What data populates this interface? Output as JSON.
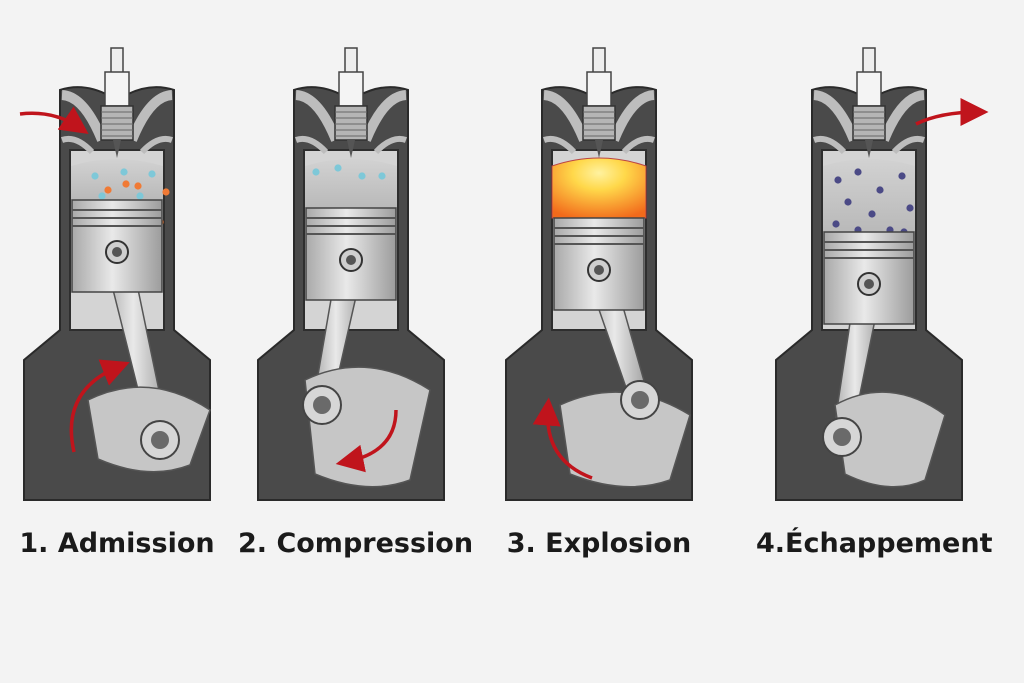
{
  "diagram": {
    "title": "",
    "colors": {
      "background": "#f3f3f3",
      "block": "#4a4a4a",
      "block_edge": "#2a2a2a",
      "cylinder_gas": "#c9c9c9",
      "piston": "#d9d9d9",
      "metal_dark": "#8d8d8d",
      "arrow": "#c0141c",
      "particle_blue": "#7ec8d8",
      "particle_orange": "#f07a35",
      "particle_dark": "#4b4a86",
      "flame_core": "#ffd84a",
      "flame_edge": "#f26a1b"
    },
    "strokes": [
      {
        "label": "1. Admission",
        "arrows": [
          "intake-arrow",
          "rotation-arrow"
        ],
        "charge": "fresh-mixture",
        "particles": "blue-orange"
      },
      {
        "label": "2. Compression",
        "arrows": [
          "rotation-arrow"
        ],
        "charge": "compressed-mixture",
        "particles": "few-blue"
      },
      {
        "label": "3. Explosion",
        "arrows": [
          "rotation-arrow"
        ],
        "charge": "combustion-flame",
        "particles": "none"
      },
      {
        "label": "4.Échappement",
        "arrows": [
          "exhaust-arrow"
        ],
        "charge": "exhaust-gas",
        "particles": "dark"
      }
    ]
  }
}
